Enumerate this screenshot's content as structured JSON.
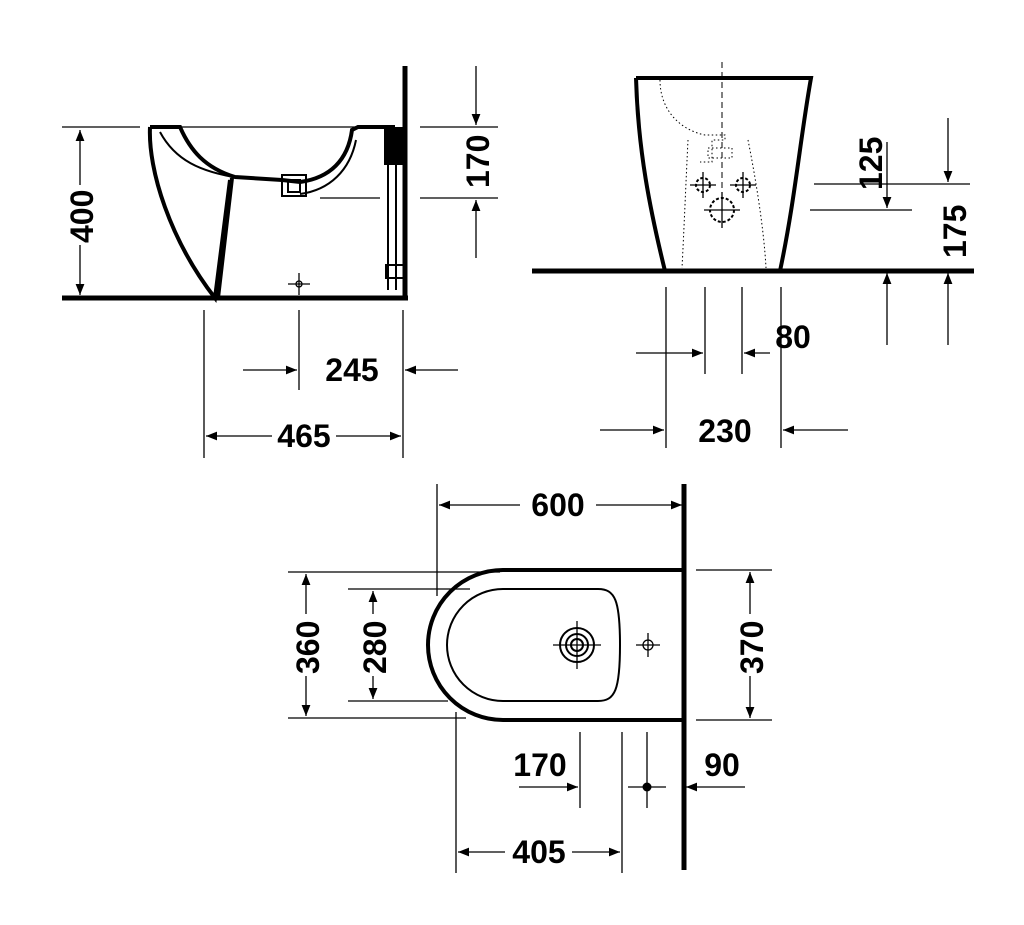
{
  "side_view": {
    "height": "400",
    "rim_to_outlet": "170",
    "outlet_offset": "245",
    "depth": "465"
  },
  "front_view": {
    "inlet_height": "125",
    "outlet_height": "175",
    "outlet_spacing": "80",
    "base_width": "230"
  },
  "top_view": {
    "length": "600",
    "outer_width": "360",
    "inner_width": "280",
    "wall_width": "370",
    "bowl_centre": "170",
    "wall_offset": "90",
    "fixing_distance": "405"
  }
}
